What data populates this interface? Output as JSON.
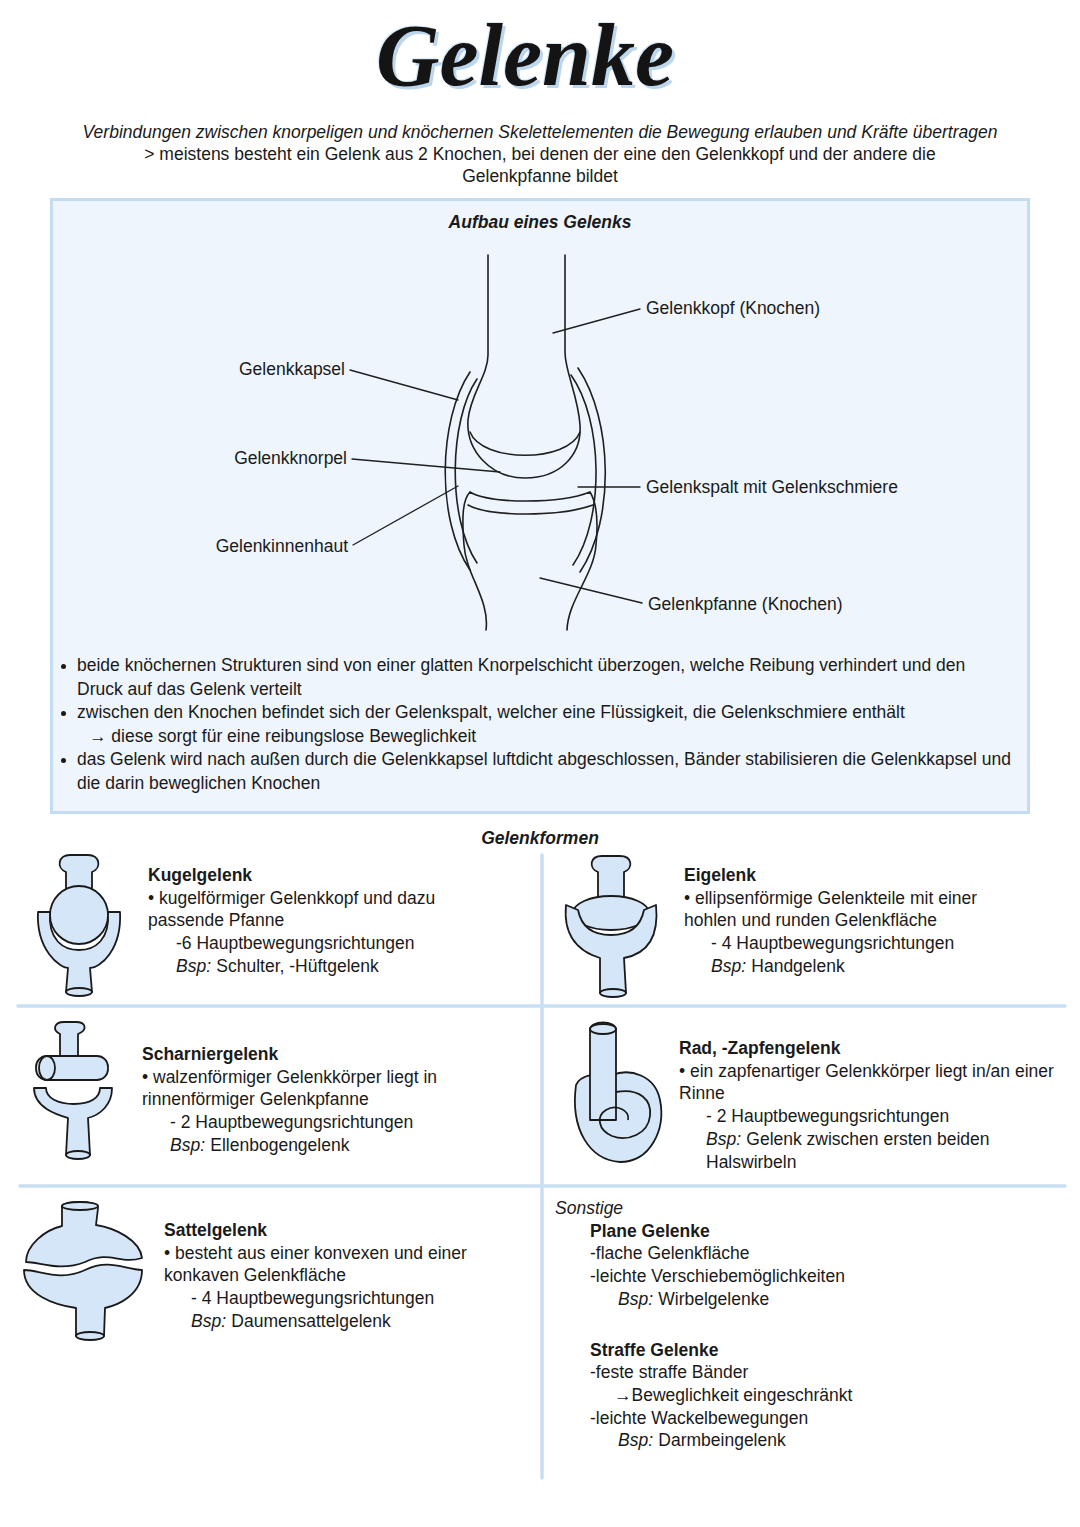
{
  "diagram": {
    "title": "Gelenke",
    "nodes": [
      {
        "text": [
          "Aufbau eines Gelenks",
          "beide knöchernen Strukturen sind von einer glatten Knorpelschicht überzogen, welche Reibung verhindert und den Druck auf das Gelenk verteilt",
          "zwischen den Knochen befindet sich der Gelenkspalt, welcher eine Flüssigkeit, die Gelenkschmiere enthält",
          "→ diese sorgt für eine reibungslose Beweglichkeit",
          "das Gelenk wird nach außen durch die Gelenkkapsel luftdicht abgeschlossen, Bänder stabilisieren die Gelenkkapsel und die darin beweglichen Knochen"
        ]
      }
    ],
    "labels": [
      "Verbindungen zwischen knorpeligen und knöchernen Skelettelementen die Bewegung erlauben und Kräfte übertragen",
      "> meistens besteht ein Gelenk aus 2 Knochen, bei denen der eine den Gelenkkopf und der andere die Gelenkpfanne bildet",
      "Gelenkkopf (Knochen)",
      "Gelenkkapsel",
      "Gelenkknorpel",
      "Gelenkspalt mit Gelenkschmiere",
      "Gelenkinnenhaut",
      "Gelenkpfanne (Knochen)",
      "Gelenkformen",
      "Kugelgelenk",
      "• kugelförmiger Gelenkkopf und dazu passende Pfanne",
      "-6 Hauptbewegungsrichtungen",
      "Bsp:",
      "Schulter, -Hüftgelenk",
      "Eigelenk",
      "• ellipsenförmige Gelenkteile mit einer hohlen und runden Gelenkfläche",
      "- 4 Hauptbewegungsrichtungen",
      "Bsp:",
      "Handgelenk",
      "Scharniergelenk",
      "• walzenförmiger Gelenkkörper liegt in rinnenförmiger Gelenkpfanne",
      "- 2 Hauptbewegungsrichtungen",
      "Bsp:",
      "Ellenbogengelenk",
      "Rad, -Zapfengelenk",
      "• ein zapfenartiger Gelenkkörper liegt in/an einer Rinne",
      "- 2 Hauptbewegungsrichtungen",
      "Bsp:",
      "Gelenk zwischen ersten beiden Halswirbeln",
      "Sattelgelenk",
      "• besteht aus einer konvexen und einer konkaven Gelenkfläche",
      "- 4 Hauptbewegungsrichtungen",
      "Bsp:",
      "Daumensattelgelenk",
      "Sonstige",
      "Plane Gelenke",
      "-flache Gelenkfläche",
      "-leichte Verschiebemöglichkeiten",
      "Bsp:",
      "Wirbelgelenke",
      "Straffe Gelenke",
      "-feste straffe Bänder",
      "→Beweglichkeit eingeschränkt",
      "-leichte Wackelbewegungen",
      "Bsp:",
      "Darmbeingelenk"
    ]
  }
}
